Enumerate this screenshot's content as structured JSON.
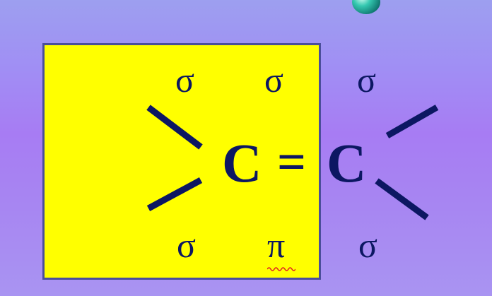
{
  "labels": {
    "sigma_top_left": "σ",
    "sigma_top_middle": "σ",
    "sigma_top_right": "σ",
    "sigma_bottom_left": "σ",
    "pi_bottom_middle": "π",
    "sigma_bottom_right": "σ"
  },
  "formula": {
    "carbon_left": "C",
    "double_bond": "=",
    "carbon_right": "C"
  },
  "colors": {
    "highlight_box": "#ffff00",
    "text": "#0c1762",
    "bond_line": "#0c1762",
    "spell_underline": "#e02020"
  },
  "icons": {
    "decoration": "teal-sphere"
  }
}
